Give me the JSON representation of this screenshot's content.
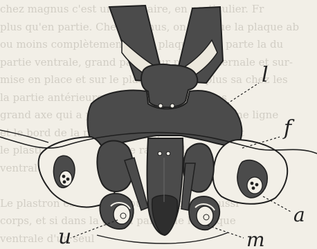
{
  "figure": {
    "labels": {
      "l": "l",
      "f": "f",
      "a": "a",
      "u": "u",
      "m": "m"
    }
  },
  "bleed_through_text": [
    "chez magnus c'est une ocellaire, en particulier. Fr",
    "plus qu'en partie. Chez magnus, on sait que la plaque ab",
    "ou moins complètement de la plaque et se parte la du",
    "partie ventrale, grand par la sur plaque sternale et sur-",
    "mise en place et sur le plastron et une plus sa chez les",
    "la partie antérieure du plastron portant les",
    "grand axe qui a pour le tubercule sternal d'une ligne",
    "et le bord de la plaque et les grand angle dont",
    "le plastron de l'anus et ce rapport le mè",
    "ventrale.",
    "",
    "Le plastron est ici beaucoup plus grand aussi",
    "corps, et si dans la grand partie de la plaque",
    "ventrale d'un seul"
  ],
  "colors": {
    "paper": "#f2efe7",
    "ink_dark": "#4b4b4b",
    "ink_outline": "#1f1f1f"
  }
}
